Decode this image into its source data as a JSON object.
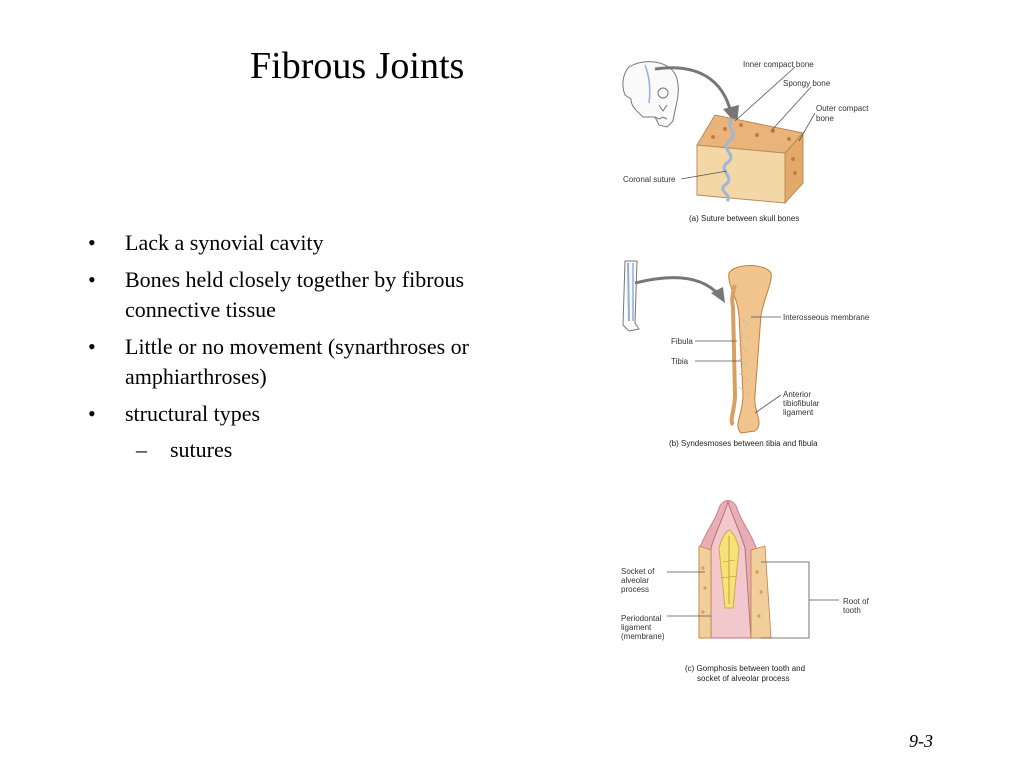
{
  "slide": {
    "title": "Fibrous Joints",
    "bullets": [
      "Lack a synovial cavity",
      "Bones held closely together by fibrous connective tissue",
      "Little or no movement (synarthroses or amphiarthroses)",
      "structural types"
    ],
    "sub_bullets": [
      "sutures"
    ],
    "bullet_symbol": "•",
    "sub_bullet_symbol": "–",
    "slide_number": "9-3"
  },
  "figures": {
    "suture": {
      "labels": {
        "inner_compact": "Inner compact bone",
        "spongy": "Spongy bone",
        "outer_compact_1": "Outer compact",
        "outer_compact_2": "bone",
        "coronal": "Coronal suture"
      },
      "caption": "(a) Suture between skull bones"
    },
    "syndesmosis": {
      "labels": {
        "interosseous": "Interosseous membrane",
        "fibula": "Fibula",
        "tibia": "Tibia",
        "anterior_1": "Anterior",
        "anterior_2": "tibiofibular",
        "anterior_3": "ligament"
      },
      "caption": "(b) Syndesmoses between tibia and fibula"
    },
    "gomphosis": {
      "labels": {
        "socket_1": "Socket of",
        "socket_2": "alveolar",
        "socket_3": "process",
        "perio_1": "Periodontal",
        "perio_2": "ligament",
        "perio_3": "(membrane)",
        "root_1": "Root of",
        "root_2": "tooth"
      },
      "caption_1": "(c) Gomphosis between tooth and",
      "caption_2": "socket of alveolar process"
    }
  },
  "colors": {
    "bone": "#f3d7a6",
    "spongy": "#e3a96a",
    "suture_line": "#9fb6d8",
    "pulp": "#f6e27a",
    "gum": "#e9aeb4",
    "arrow": "#777777"
  }
}
